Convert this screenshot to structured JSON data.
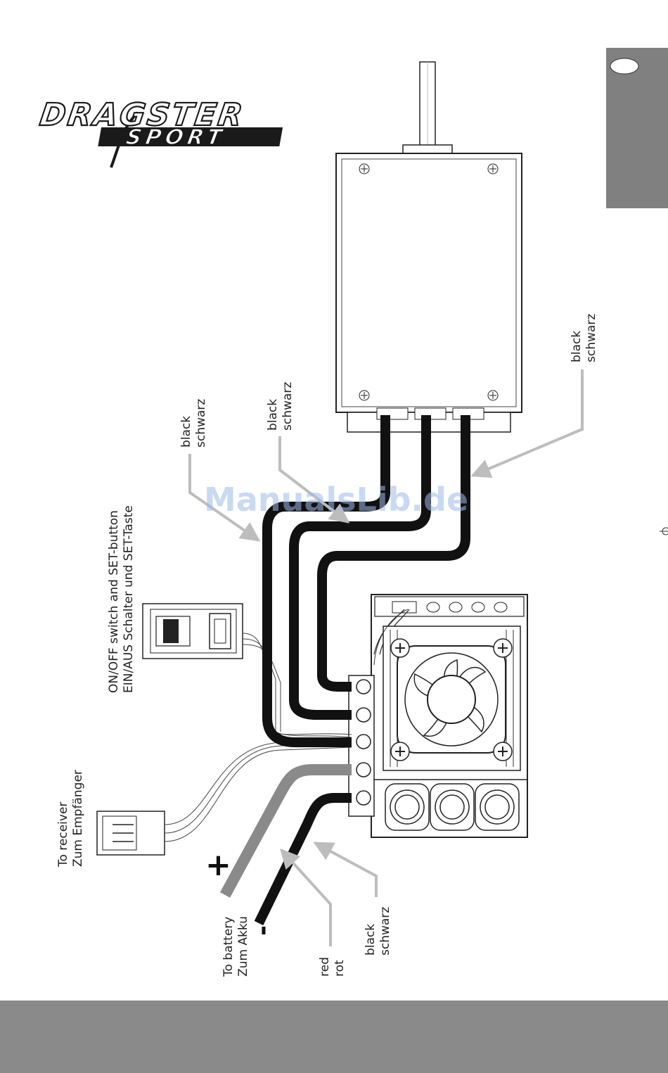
{
  "logo": {
    "line1": "DRAGSTER",
    "line2": "SPORT"
  },
  "watermark": "ManualsLib.de",
  "labels": {
    "motor_wire_a": {
      "en": "black",
      "de": "schwarz"
    },
    "motor_wire_b": {
      "en": "black",
      "de": "schwarz"
    },
    "motor_wire_c": {
      "en": "black",
      "de": "schwarz"
    },
    "switch": {
      "en": "ON/OFF switch and SET-button",
      "de": "EIN/AUS Schalter und SET-Taste"
    },
    "receiver": {
      "en": "To receiver",
      "de": "Zum Empfänger"
    },
    "battery": {
      "en": "To battery",
      "de": "Zum Akku"
    },
    "battery_plus": "+",
    "battery_minus": "-",
    "red_wire": {
      "en": "red",
      "de": "rot"
    },
    "black_wire": {
      "en": "black",
      "de": "schwarz"
    }
  },
  "colors": {
    "wire_black": "#111111",
    "wire_red_gray": "#8a8a8a",
    "leader": "#bdbdbd",
    "side_tab": "#808080",
    "bottom_band": "#8a8a8a"
  }
}
